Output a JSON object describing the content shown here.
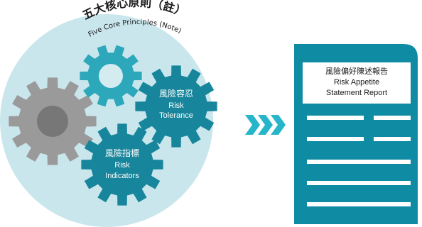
{
  "circle": {
    "title_zh": "五大核心原則（註）",
    "title_en": "Five Core Principles (Note)"
  },
  "gears": {
    "tolerance": {
      "zh": "風險容忍",
      "en1": "Risk",
      "en2": "Tolerance"
    },
    "indicators": {
      "zh": "風險指標",
      "en1": "Risk",
      "en2": "Indicators"
    }
  },
  "report": {
    "title_zh": "風險偏好陳述報告",
    "title_en1": "Risk Appetite",
    "title_en2": "Statement Report"
  },
  "colors": {
    "circle_bg": "#c9e6ec",
    "teal": "#17859b",
    "teal_light": "#2da7ba",
    "gray": "#9a9a9a",
    "arrow": "#27b6c9",
    "report": "#0f8ca3"
  }
}
